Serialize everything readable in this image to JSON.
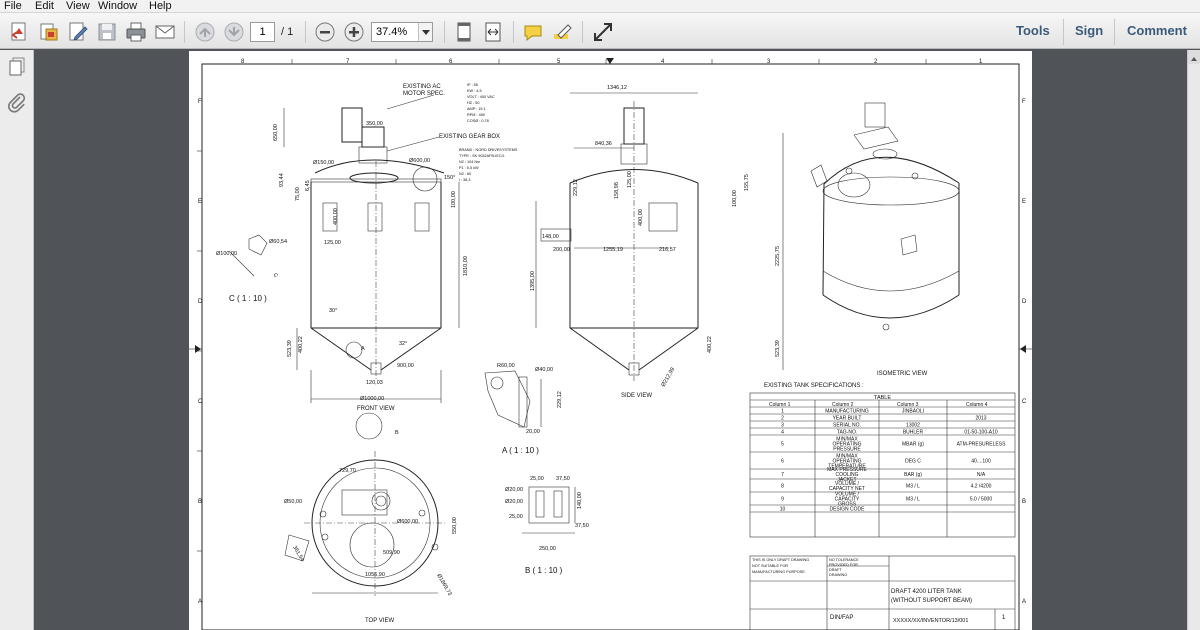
{
  "menu": [
    "File",
    "Edit",
    "View",
    "Window",
    "Help"
  ],
  "toolbar": {
    "page_current": "1",
    "page_total": "/ 1",
    "zoom": "37.4%",
    "right_buttons": [
      "Tools",
      "Sign",
      "Comment"
    ]
  },
  "icons": {
    "create": "create-pdf-icon",
    "open": "open-icon",
    "edit": "edit-icon",
    "save": "save-icon",
    "print": "print-icon",
    "email": "email-icon",
    "prev": "page-up-icon",
    "next": "page-down-icon",
    "zoom_out": "zoom-out-icon",
    "zoom_in": "zoom-in-icon",
    "fit_page": "fit-page-icon",
    "fit_width": "fit-width-icon",
    "comment": "comment-icon",
    "highlight": "highlight-icon",
    "expand": "expand-icon",
    "pages_panel": "pages-icon",
    "attachments": "paperclip-icon"
  },
  "drawing": {
    "border_cols": [
      "8",
      "7",
      "6",
      "5",
      "4",
      "3",
      "2",
      "1"
    ],
    "border_rows": [
      "F",
      "E",
      "D",
      "C",
      "B",
      "A"
    ],
    "front": {
      "motor_note": [
        "EXISTING AC",
        "MOTOR SPEC."
      ],
      "gear_note": "EXISTING GEAR BOX",
      "motor_spec": [
        "IP : 55",
        "KW : 4,5",
        "VOLT : 400 VAC",
        "HZ : 50",
        "AMP : 15.1",
        "RPM : 450",
        "COSØ : 0,78"
      ],
      "gear_spec": [
        "BRAND : NORD DRIVESYSTEMS",
        "TYPE : SK 9032AFB-IEC/L",
        "N2 : 104 Nm",
        "P1 : 5,5 kW",
        "N2 : 60",
        "i : 38,3"
      ],
      "dims": [
        "650,00",
        "350,00",
        "Ø150,00",
        "Ø600,00",
        "93,44",
        "100,00",
        "400,00",
        "125,00",
        "1810,00",
        "Ø100,00",
        "Ø60,54",
        "30°",
        "32°",
        "400,22",
        "523,39",
        "900,00",
        "Ø1000,00",
        "120,03",
        "75,00",
        "150°",
        "A",
        "C",
        "6,45"
      ],
      "scale_c": "C ( 1 : 10 )",
      "caption": "FRONT VIEW"
    },
    "side": {
      "dims": [
        "1346,12",
        "840,36",
        "229,12",
        "158,98",
        "125,00",
        "400,00",
        "100,00",
        "155,75",
        "2225,75",
        "148,00",
        "200,00",
        "1255,19",
        "216,57",
        "1395,00",
        "400,22",
        "523,39",
        "Ø212,99"
      ],
      "caption": "SIDE VIEW"
    },
    "detail_a": {
      "dims": [
        "Ø40,00",
        "R60,00",
        "229,12",
        "20,00"
      ],
      "caption": "A ( 1 : 10 )"
    },
    "detail_b": {
      "dims": [
        "25,00",
        "37,50",
        "Ø20,00",
        "Ø20,00",
        "140,00",
        "25,00",
        "37,50",
        "250,00"
      ],
      "caption": "B ( 1 : 10 )"
    },
    "top": {
      "dims": [
        "729,70",
        "Ø50,00",
        "Ø600,00",
        "550,00",
        "361,54",
        "509,90",
        "1056,90",
        "Ø1869,73",
        "B"
      ],
      "caption": "TOP VIEW"
    },
    "iso_caption": "ISOMETRIC VIEW",
    "specs": {
      "heading": "EXISTING TANK SPECIFICATIONS :",
      "table_title": "TABLE",
      "columns": [
        "Column 1",
        "Column 2",
        "Column 3",
        "Column 4"
      ],
      "rows": [
        [
          "1",
          "MANUFACTURING",
          "JINBAOLI",
          ""
        ],
        [
          "2",
          "YEAR BUILT",
          "",
          "2013"
        ],
        [
          "3",
          "SERIAL NO.",
          "13002",
          ""
        ],
        [
          "4",
          "TAG-NO.",
          "BUHLER",
          "01-50-100-A10"
        ],
        [
          "5",
          "MIN/MAX OPERATING PRESSURE",
          "MBAR (g)",
          "ATM-PRESURELESS"
        ],
        [
          "6",
          "MIN/MAX OPERATING TEMPERATURE",
          "DEG C",
          "40....100"
        ],
        [
          "7",
          "MAX PRESSURE COOLING JACKET",
          "BAR (g)",
          "N/A"
        ],
        [
          "8",
          "VOLUME / CAPACITY NET",
          "M3 / L",
          "4.2 /4200"
        ],
        [
          "9",
          "VOLUME / CAPACITY GROSS",
          "M3 / L",
          "5.0 / 5000"
        ],
        [
          "10",
          "DESIGN CODE",
          "",
          ""
        ]
      ]
    },
    "title_block": {
      "note": [
        "THIS IS ONLY DRAFT DRAWING",
        "NOT SUITABLE FOR",
        "MANUFACTURING PURPOSE."
      ],
      "tolerance": [
        "NO TOLERANCE",
        "PROVIDED FOR",
        "DRAFT",
        "DRAWING"
      ],
      "title": [
        "DRAFT 4200 LITER TANK",
        "(WITHOUT SUPPORT BEAM)"
      ],
      "size": "DIN/FAP",
      "drawing_no": "XXXXX/XX/INVENTOR/13/001",
      "sheet": "1"
    }
  }
}
